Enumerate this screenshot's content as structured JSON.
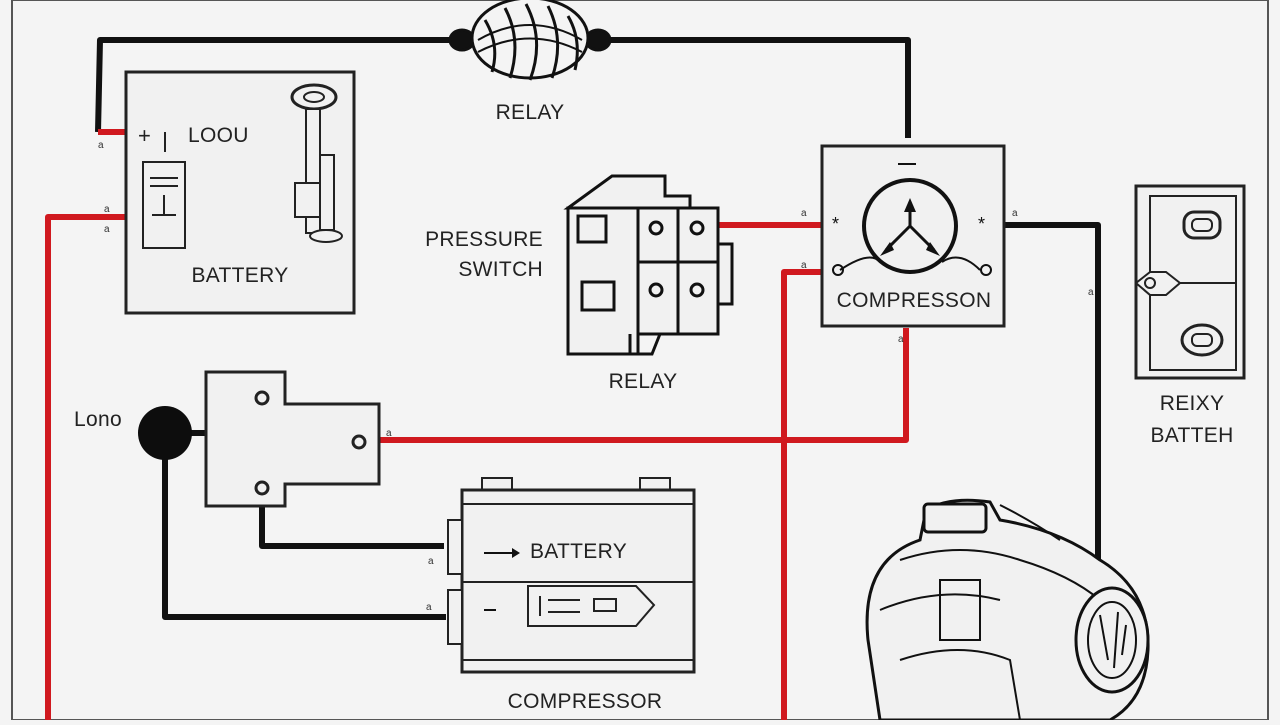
{
  "diagram": {
    "labels": {
      "relay_top": "RELAY",
      "battery_top_symbol": "LOOU",
      "battery_top": "BATTERY",
      "pressure_switch_line1": "PRESSURE",
      "pressure_switch_line2": "SWITCH",
      "relay_middle": "RELAY",
      "compressor_box": "COMPRESSON",
      "relay_switch_line1": "REIXY",
      "relay_switch_line2": "BATTEH",
      "load_left": "Lono",
      "battery_bottom": "BATTERY",
      "compressor_bottom": "COMPRESSOR"
    },
    "colors": {
      "wire_power": "#d0191f",
      "wire_ground": "#111111",
      "background": "#f4f4f4",
      "component_fill": "#f1f1f1"
    }
  }
}
